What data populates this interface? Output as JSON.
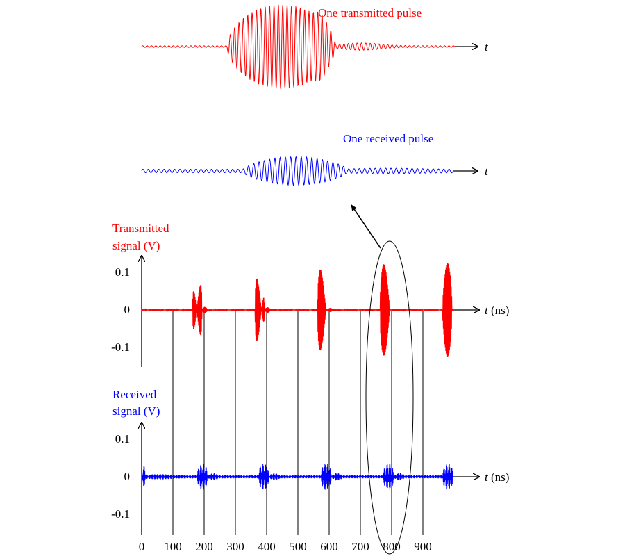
{
  "figure": {
    "top_inset": {
      "label": "One transmitted pulse",
      "axis_label": "t",
      "color": "#ff0000"
    },
    "middle_inset": {
      "label": "One received pulse",
      "axis_label": "t",
      "color": "#0000ff"
    },
    "transmitted_panel": {
      "ylabel_line1": "Transmitted",
      "ylabel_line2": "signal (V)",
      "yticks": [
        "0.1",
        "0",
        "-0.1"
      ],
      "xaxis_label_t": "t",
      "xaxis_label_unit": " (ns)",
      "color": "#ff0000"
    },
    "received_panel": {
      "ylabel_line1": "Received",
      "ylabel_line2": "signal (V)",
      "yticks": [
        "0.1",
        "0",
        "-0.1"
      ],
      "xaxis_label_t": "t",
      "xaxis_label_unit": " (ns)",
      "color": "#0000ff"
    },
    "xticks": [
      "0",
      "100",
      "200",
      "300",
      "400",
      "500",
      "600",
      "700",
      "800",
      "900"
    ]
  },
  "chart_data": [
    {
      "type": "line",
      "title": "Transmitted signal",
      "xlabel": "t (ns)",
      "ylabel": "Transmitted signal (V)",
      "xlim": [
        0,
        1000
      ],
      "ylim": [
        -0.15,
        0.15
      ],
      "yticks": [
        0.1,
        0,
        -0.1
      ],
      "xticks": [
        0,
        100,
        200,
        300,
        400,
        500,
        600,
        700,
        800,
        900
      ],
      "pulse_centers_ns": [
        178,
        378,
        578,
        778,
        978
      ],
      "pulse_period_ns": 200,
      "pulse_amplitude_v": 0.125,
      "pulse_width_ns": 30,
      "color": "#ff0000"
    },
    {
      "type": "line",
      "title": "Received signal",
      "xlabel": "t (ns)",
      "ylabel": "Received signal (V)",
      "xlim": [
        0,
        1000
      ],
      "ylim": [
        -0.15,
        0.15
      ],
      "yticks": [
        0.1,
        0,
        -0.1
      ],
      "xticks": [
        0,
        100,
        200,
        300,
        400,
        500,
        600,
        700,
        800,
        900
      ],
      "pulse_centers_ns": [
        195,
        390,
        590,
        790,
        980
      ],
      "pulse_period_ns": 200,
      "pulse_amplitude_v": 0.035,
      "pulse_width_ns": 35,
      "color": "#0000ff"
    }
  ]
}
